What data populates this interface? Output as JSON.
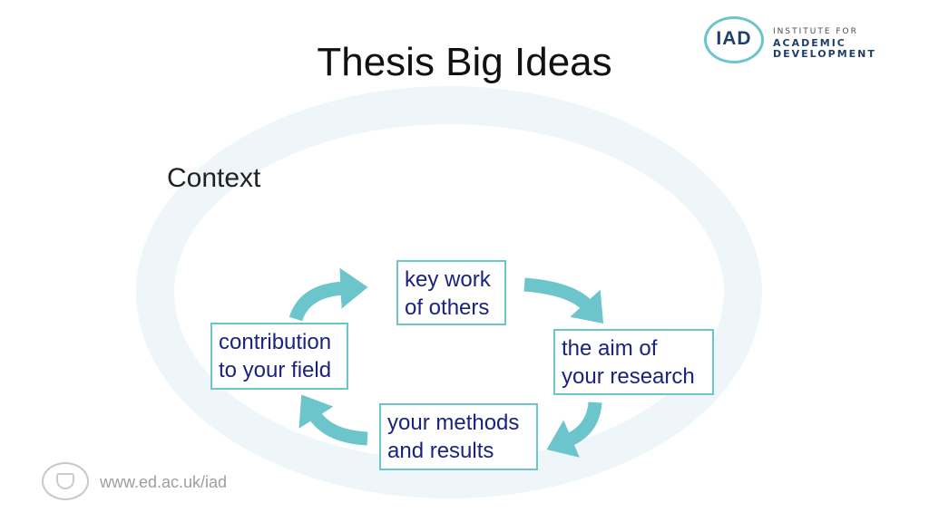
{
  "slide": {
    "title": "Thesis Big Ideas",
    "context_label": "Context"
  },
  "diagram": {
    "nodes": [
      {
        "id": "key-work",
        "line1": "key work",
        "line2": "of others"
      },
      {
        "id": "aim",
        "line1": "the aim of",
        "line2": "your research"
      },
      {
        "id": "methods",
        "line1": "your methods",
        "line2": "and results"
      },
      {
        "id": "contribution",
        "line1": "contribution",
        "line2": "to your field"
      }
    ],
    "flow": "clockwise",
    "colors": {
      "box_border": "#6cc5cb",
      "arrow": "#6cc5cb",
      "text": "#1a237e"
    }
  },
  "logo": {
    "abbr": "IAD",
    "line1": "INSTITUTE FOR",
    "line2": "ACADEMIC",
    "line3": "DEVELOPMENT"
  },
  "footer": {
    "url": "www.ed.ac.uk/iad"
  }
}
